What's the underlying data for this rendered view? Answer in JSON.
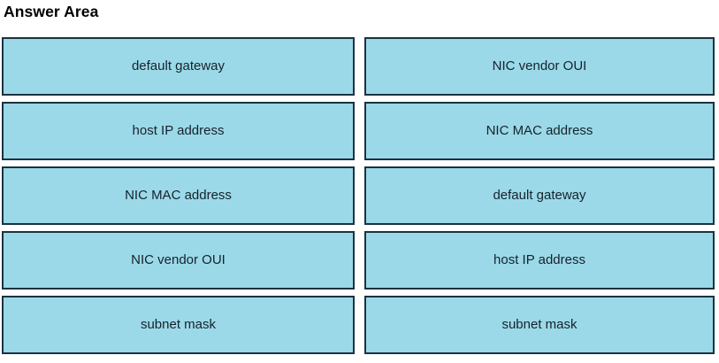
{
  "page": {
    "title": "Answer Area",
    "fill_color": "#9BD9E8",
    "border_color": "#1C3240",
    "text_color": "#16222C",
    "background_color": "#FFFFFF"
  },
  "answer_grid": {
    "columns": 2,
    "rows": 5,
    "left_column": [
      {
        "label": "default gateway"
      },
      {
        "label": "host IP address"
      },
      {
        "label": "NIC MAC address"
      },
      {
        "label": "NIC vendor OUI"
      },
      {
        "label": "subnet mask"
      }
    ],
    "right_column": [
      {
        "label": "NIC vendor OUI"
      },
      {
        "label": "NIC MAC address"
      },
      {
        "label": "default gateway"
      },
      {
        "label": "host IP address"
      },
      {
        "label": "subnet mask"
      }
    ]
  }
}
